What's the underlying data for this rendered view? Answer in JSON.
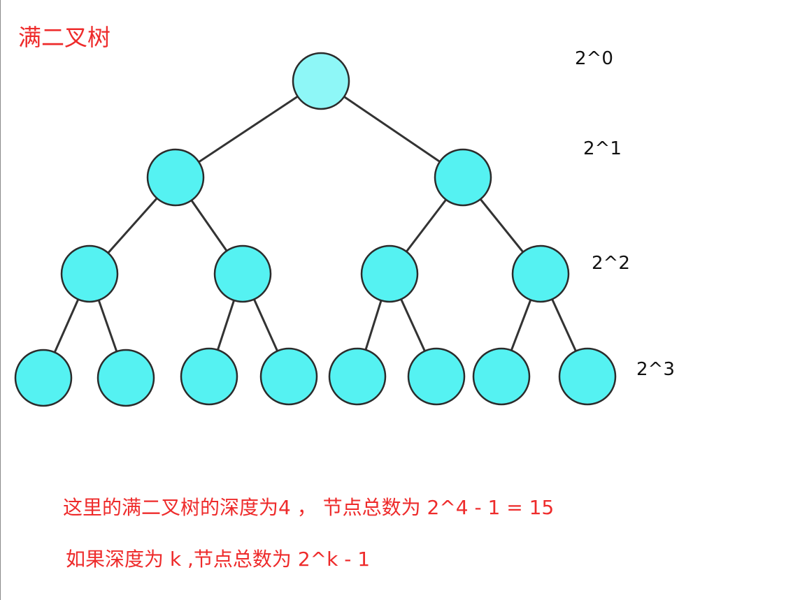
{
  "diagram": {
    "title": "满二叉树",
    "level_labels": [
      "2^0",
      "2^1",
      "2^2",
      "2^3"
    ],
    "tree": {
      "depth": 4,
      "node_count": 15
    },
    "notes": [
      "这里的满二叉树的深度为4 ， 节点总数为 2^4 - 1 = 15",
      "如果深度为 k ,节点总数为 2^k - 1"
    ],
    "colors": {
      "node_fill": "#55f2f2",
      "root_fill": "#8ef7f7",
      "node_stroke": "#2b2b2b",
      "edge": "#333333",
      "title_text": "#ee2b2b",
      "note_text": "#ee2b2b",
      "label_text": "#111111"
    }
  }
}
